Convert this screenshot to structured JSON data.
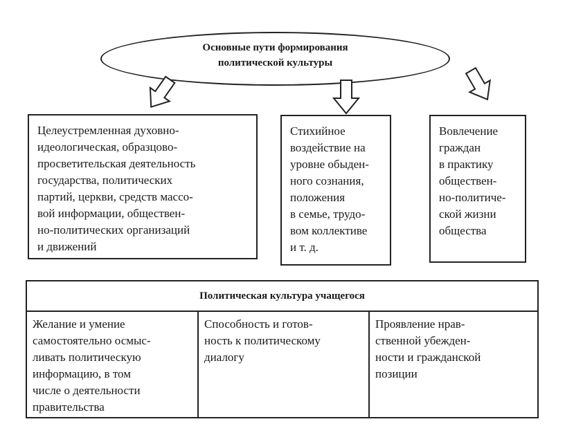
{
  "title": "Основные пути формирования\nполитической культуры",
  "paths": [
    {
      "text": "Целеустремленная духовно-\nидеологическая, образцово-\nпросветительская деятельность\nгосударства, политических\nпартий, церкви, средств массо-\nвой информации, обществен-\nно-политических организаций\nи движений"
    },
    {
      "text": "Стихийное\nвоздействие на\nуровне обыден-\nного сознания,\nположения\nв семье, трудо-\nвом коллективе\nи т. д."
    },
    {
      "text": "Вовлечение\nграждан\nв практику\nобществен-\nно-политиче-\nской жизни\nобщества"
    }
  ],
  "table": {
    "header": "Политическая культура учащегося",
    "columns": [
      "Желание и умение\nсамостоятельно осмыс-\nливать политическую\nинформацию, в том\nчисле о деятельности\nправительства",
      "Способность и готов-\nность к политическому\nдиалогу",
      "Проявление нрав-\nственной убежден-\nности и гражданской\nпозиции"
    ]
  }
}
